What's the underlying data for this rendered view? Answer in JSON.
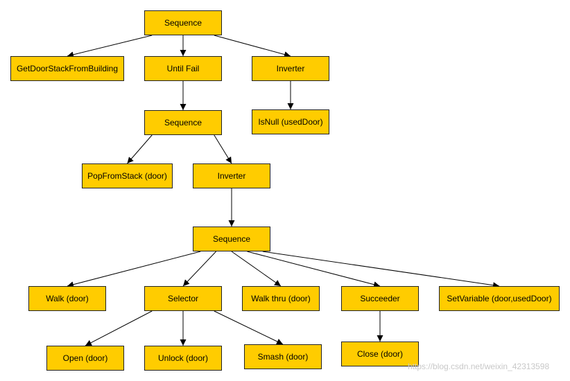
{
  "nodes": {
    "root": "Sequence",
    "get_door_stack": "GetDoorStackFromBuilding",
    "until_fail": "Until Fail",
    "inverter_1": "Inverter",
    "is_null": "IsNull (usedDoor)",
    "sequence_2": "Sequence",
    "pop_from_stack": "PopFromStack (door)",
    "inverter_2": "Inverter",
    "sequence_3": "Sequence",
    "walk": "Walk (door)",
    "selector": "Selector",
    "walk_thru": "Walk thru (door)",
    "succeeder": "Succeeder",
    "set_variable": "SetVariable (door,usedDoor)",
    "open": "Open (door)",
    "unlock": "Unlock (door)",
    "smash": "Smash (door)",
    "close": "Close (door)"
  },
  "edges": [
    [
      "root",
      "get_door_stack"
    ],
    [
      "root",
      "until_fail"
    ],
    [
      "root",
      "inverter_1"
    ],
    [
      "until_fail",
      "sequence_2"
    ],
    [
      "inverter_1",
      "is_null"
    ],
    [
      "sequence_2",
      "pop_from_stack"
    ],
    [
      "sequence_2",
      "inverter_2"
    ],
    [
      "inverter_2",
      "sequence_3"
    ],
    [
      "sequence_3",
      "walk"
    ],
    [
      "sequence_3",
      "selector"
    ],
    [
      "sequence_3",
      "walk_thru"
    ],
    [
      "sequence_3",
      "succeeder"
    ],
    [
      "sequence_3",
      "set_variable"
    ],
    [
      "selector",
      "open"
    ],
    [
      "selector",
      "unlock"
    ],
    [
      "selector",
      "smash"
    ],
    [
      "succeeder",
      "close"
    ]
  ],
  "watermark": "https://blog.csdn.net/weixin_42313598",
  "colors": {
    "node_fill": "#ffcc00",
    "node_border": "#222222",
    "edge": "#000000",
    "watermark": "#c8c8c8"
  }
}
